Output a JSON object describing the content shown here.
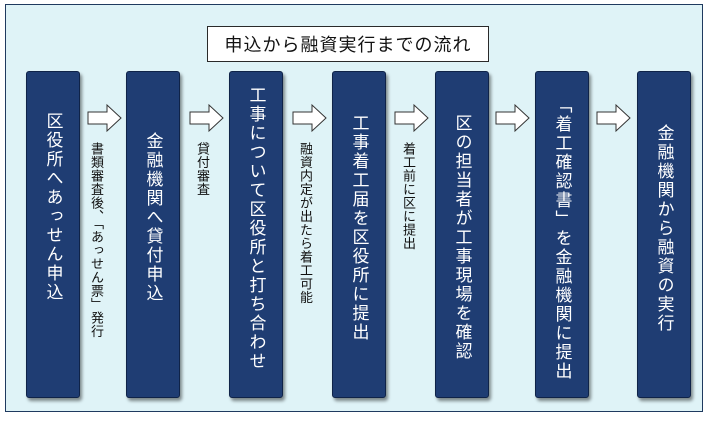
{
  "title": "申込から融資実行までの流れ",
  "steps": [
    "区役所へあっせん申込",
    "金融機関へ貸付申込",
    "工事について区役所と打ち合わせ",
    "工事着工届を区役所に提出",
    "区の担当者が工事現場を確認",
    "「着工確認書」を金融機関に提出",
    "金融機関から融資の実行"
  ],
  "notes": [
    "書類審査後、「あっせん票」発行",
    "貸付審査",
    "融資内定が出たら着工可能",
    "着工前に区に提出"
  ],
  "colors": {
    "background": "#dff3f7",
    "step_fill": "#1f3d73",
    "arrow": "#ffffff"
  }
}
